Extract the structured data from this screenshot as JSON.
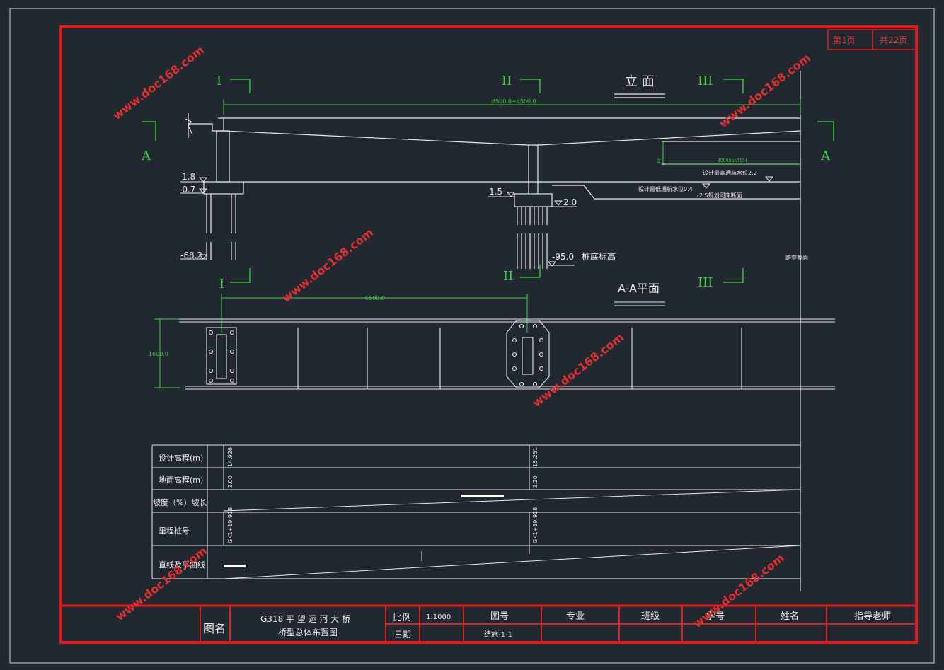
{
  "colors": {
    "background": "#212830",
    "frame": "#e01c1c",
    "line": "#e8e8e8",
    "dimension": "#3fd23f",
    "watermark": "#e03030"
  },
  "page_counter": {
    "current": "第1页",
    "total": "共22页"
  },
  "watermark": "www.doc168.com",
  "elevation": {
    "title": "立 面",
    "section_marks": {
      "I": "I",
      "II": "II",
      "III": "III",
      "A": "A"
    },
    "span_dimension": "6500.0+6500.0",
    "small_dimension": "4000/tan3154",
    "levels": {
      "abutment_top": "1.8",
      "abutment_cap": "-0.7",
      "abutment_pile_tip": "-68.2",
      "pier_cap_left": "1.5",
      "pier_cap_right": "2.0",
      "pier_pile_tip": "-95.0",
      "pile_tip_label": "桩底标高"
    },
    "water": {
      "high": "设计最高通航水位2.2",
      "low": "设计最低通航水位0.4",
      "river_bed": "-2.5规划河床断面",
      "side_mark": "30"
    },
    "midspan_label": "跨中截面"
  },
  "plan": {
    "title": "A-A平面",
    "span_dimension": "6500.0",
    "width_dimension": "1600.0"
  },
  "profile_table": {
    "rows": [
      "设计高程(m)",
      "地面高程(m)",
      "坡度（%）坡长",
      "里程桩号",
      "直线及平曲线"
    ],
    "design_elevation": [
      "14.926",
      "15.251"
    ],
    "ground_elevation": [
      "2.00",
      "2.20"
    ],
    "chainage": [
      "GK1+19.918",
      "GK1+89.918"
    ]
  },
  "title_block": {
    "name_label": "图名",
    "drawing_name_line1": "G318 平 望 运 河 大 桥",
    "drawing_name_line2": "桥型总体布置图",
    "scale_label": "比例",
    "scale_value": "1:1000",
    "date_label": "日期",
    "drawing_no_label": "图号",
    "drawing_no_value": "结施-1-1",
    "major_label": "专业",
    "class_label": "班级",
    "student_no_label": "学号",
    "name_field_label": "姓名",
    "advisor_label": "指导老师"
  }
}
